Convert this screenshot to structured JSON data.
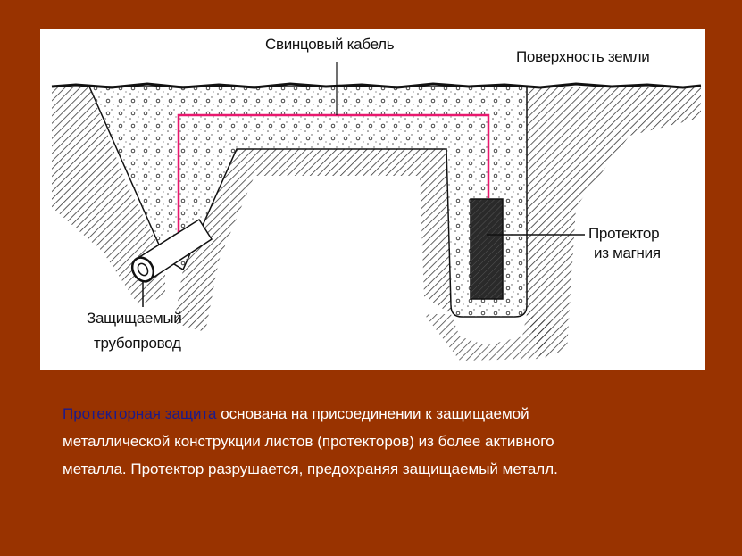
{
  "diagram": {
    "labels": {
      "cable": "Свинцовый кабель",
      "surface": "Поверхность земли",
      "protector_line1": "Протектор",
      "protector_line2": "из магния",
      "pipe_line1": "Защищаемый",
      "pipe_line2": "трубопровод"
    },
    "colors": {
      "cable": "#e8186e",
      "background": "#993300",
      "protector": "#2a2a2a"
    }
  },
  "caption": {
    "highlight": "Протекторная защита",
    "text_line1": " основана на присоединении к защищаемой",
    "text_line2": "металлической конструкции листов (протекторов) из более активного",
    "text_line3": "металла. Протектор разрушается, предохраняя защищаемый металл.",
    "highlight_color": "#1a1a8c"
  }
}
